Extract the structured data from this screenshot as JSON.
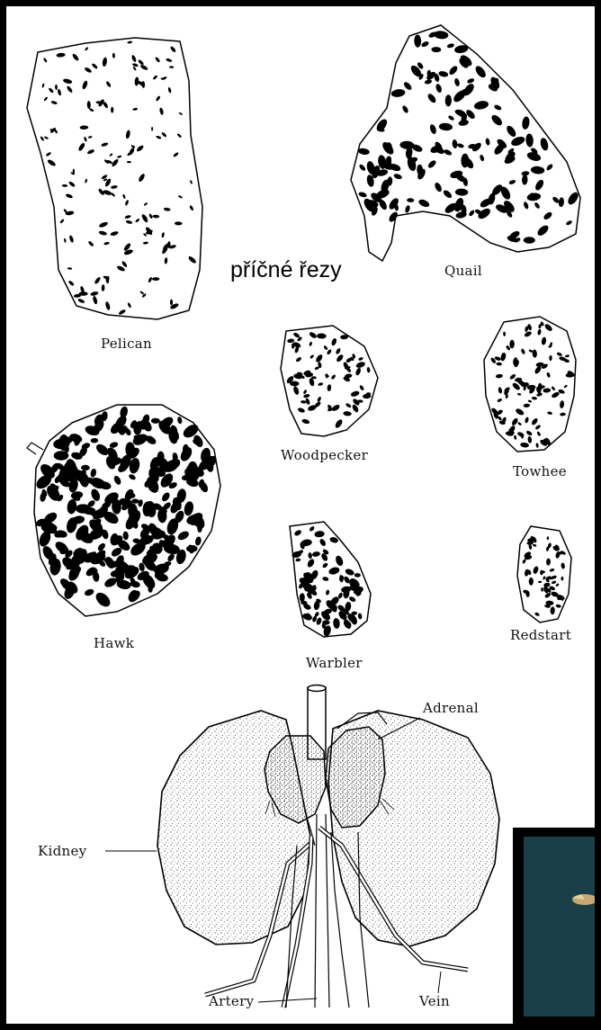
{
  "annotation": "příčné řezy",
  "sections": [
    {
      "id": "pelican",
      "label": "Pelican"
    },
    {
      "id": "quail",
      "label": "Quail"
    },
    {
      "id": "woodpecker",
      "label": "Woodpecker"
    },
    {
      "id": "towhee",
      "label": "Towhee"
    },
    {
      "id": "hawk",
      "label": "Hawk"
    },
    {
      "id": "warbler",
      "label": "Warbler"
    },
    {
      "id": "redstart",
      "label": "Redstart"
    }
  ],
  "anatomy": {
    "adrenal": "Adrenal",
    "kidney": "Kidney",
    "artery": "Artery",
    "vein": "Vein"
  },
  "colors": {
    "frame": "#000000",
    "ink": "#000000",
    "paper": "#ffffff",
    "inset_bg": "#1f4c55"
  }
}
